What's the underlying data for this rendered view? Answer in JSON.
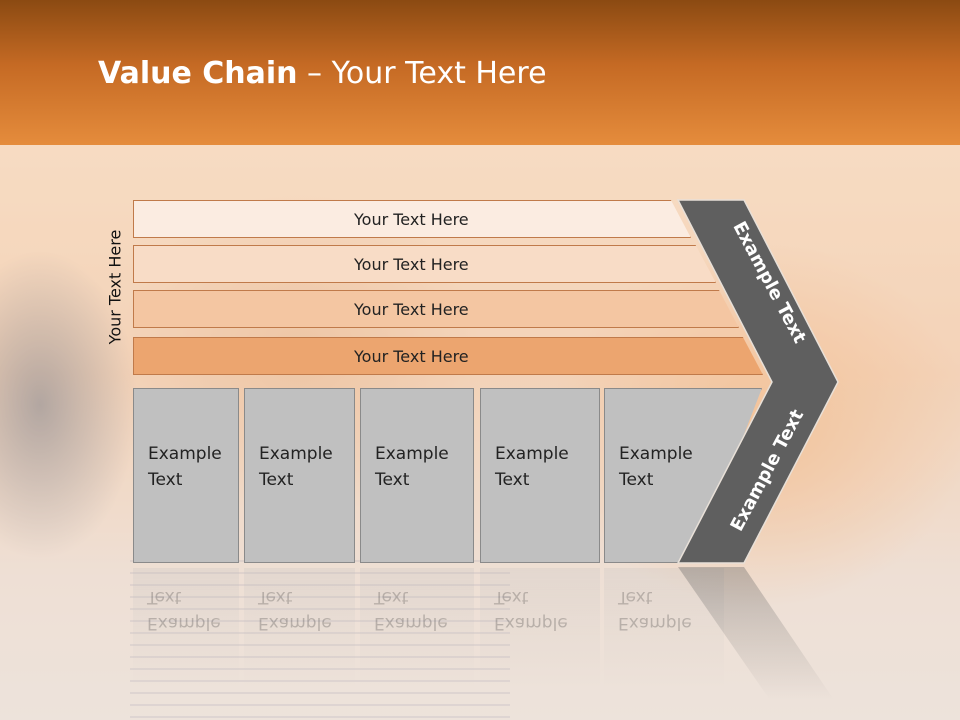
{
  "slide": {
    "title_bold": "Value Chain",
    "title_rest": " – Your Text Here"
  },
  "side_label": "Your Text Here",
  "bars": [
    {
      "label": "Your Text Here"
    },
    {
      "label": "Your Text Here"
    },
    {
      "label": "Your Text Here"
    },
    {
      "label": "Your Text Here"
    }
  ],
  "boxes": [
    {
      "line1": "Example",
      "line2": "Text"
    },
    {
      "line1": "Example",
      "line2": "Text"
    },
    {
      "line1": "Example",
      "line2": "Text"
    },
    {
      "line1": "Example",
      "line2": "Text"
    },
    {
      "line1": "Example",
      "line2": "Text"
    }
  ],
  "chevron": {
    "upper_label": "Example Text",
    "lower_label": "Example Text",
    "fill": "#5f5f5f"
  },
  "colors": {
    "header": "#d27a30",
    "bar1": "#fbece1",
    "bar2": "#f8dcc6",
    "bar3": "#f4c6a2",
    "bar4": "#eca56f",
    "box": "#c0c0c0"
  }
}
